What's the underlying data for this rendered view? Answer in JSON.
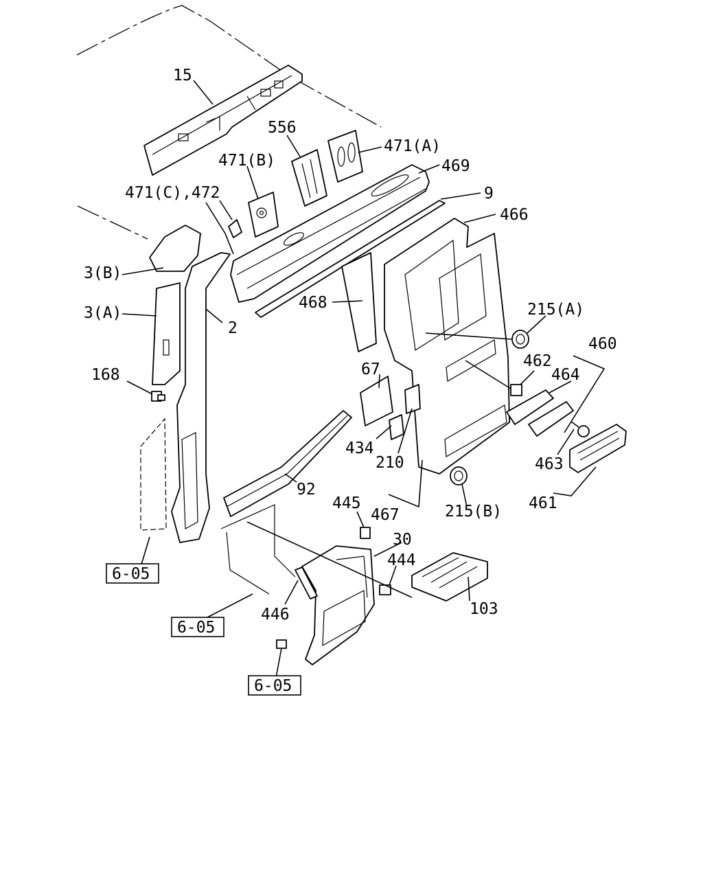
{
  "diagram": {
    "labels": {
      "p15": "15",
      "p556": "556",
      "p471a": "471(A)",
      "p471b": "471(B)",
      "p469": "469",
      "p471c472": "471(C),472",
      "p9": "9",
      "p466": "466",
      "p3b": "3(B)",
      "p3a": "3(A)",
      "p2": "2",
      "p468": "468",
      "p215a": "215(A)",
      "p460": "460",
      "p168": "168",
      "p67": "67",
      "p462": "462",
      "p464": "464",
      "p434": "434",
      "p210": "210",
      "p463": "463",
      "p92": "92",
      "p467": "467",
      "p215b": "215(B)",
      "p461": "461",
      "p445": "445",
      "p30": "30",
      "p444": "444",
      "p103": "103",
      "p446": "446"
    },
    "refs": {
      "r1": "6-05",
      "r2": "6-05",
      "r3": "6-05"
    }
  }
}
